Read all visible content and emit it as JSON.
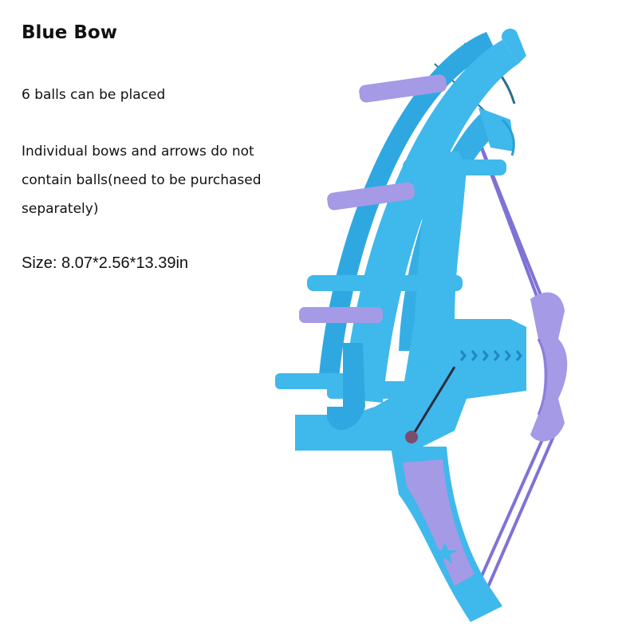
{
  "product": {
    "title": "Blue Bow",
    "features": [
      "6 balls can be placed",
      "Individual bows and arrows do not contain balls(need to be purchased separately)"
    ],
    "size_label": "Size: 8.07*2.56*13.39in",
    "image": {
      "subject": "blue-toy-bow-icon",
      "colors": {
        "body": "#3fb8ec",
        "body_shadow": "#2a9fd6",
        "accent": "#a49ae6",
        "string": "#7f72d6"
      }
    }
  }
}
